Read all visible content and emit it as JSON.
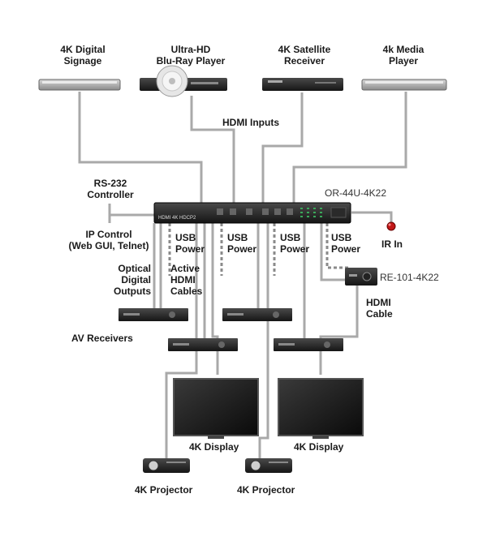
{
  "sources": {
    "signage": "4K Digital\nSignage",
    "bluray": "Ultra-HD\nBlu-Ray Player",
    "satellite": "4K Satellite\nReceiver",
    "media": "4k Media\nPlayer"
  },
  "labels": {
    "hdmi_inputs": "HDMI Inputs",
    "rs232": "RS-232\nController",
    "ip_control": "IP Control\n(Web GUI, Telnet)",
    "optical": "Optical\nDigital\nOutputs",
    "active_hdmi": "Active\nHDMI\nCables",
    "usb_power": "USB\nPower",
    "av_receivers": "AV Receivers",
    "hdmi_cable": "HDMI\nCable",
    "ir_in": "IR In",
    "display": "4K Display",
    "projector": "4K Projector"
  },
  "devices": {
    "matrix_model": "OR-44U-4K22",
    "receiver_model": "RE-101-4K22",
    "matrix_front_text": "HDMI 4K HDCP2"
  }
}
